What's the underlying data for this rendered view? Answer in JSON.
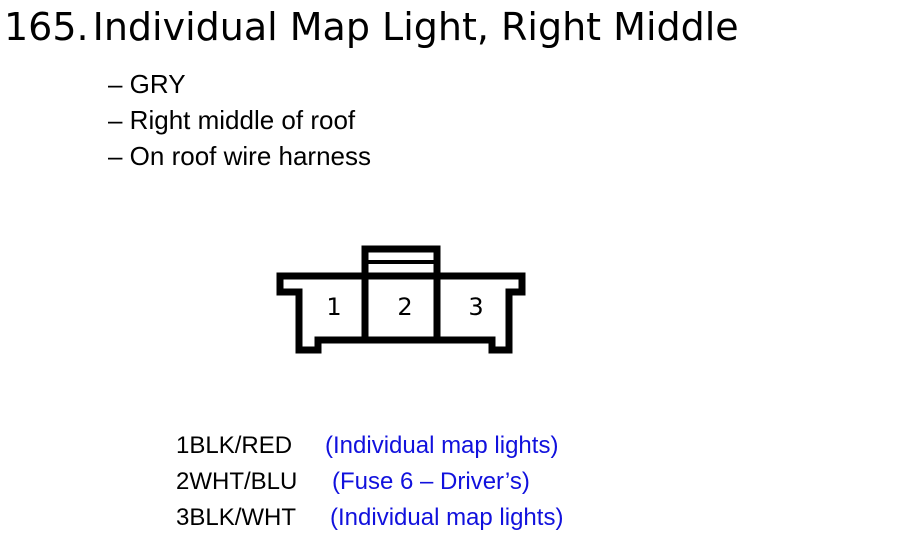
{
  "title": {
    "number": "165.",
    "text": "Individual Map Light, Right Middle"
  },
  "bullets": [
    "– GRY",
    "– Right middle of roof",
    "– On roof wire harness"
  ],
  "connector": {
    "pin_labels": [
      "1",
      "2",
      "3"
    ]
  },
  "pins": [
    {
      "code": "1BLK/RED",
      "desc": "(Individual map lights)"
    },
    {
      "code": "2WHT/BLU",
      "desc": "(Fuse 6 – Driver’s)"
    },
    {
      "code": "3BLK/WHT",
      "desc": "(Individual map lights)"
    }
  ],
  "colors": {
    "text": "#000000",
    "description": "#1111dd",
    "background": "#ffffff"
  }
}
